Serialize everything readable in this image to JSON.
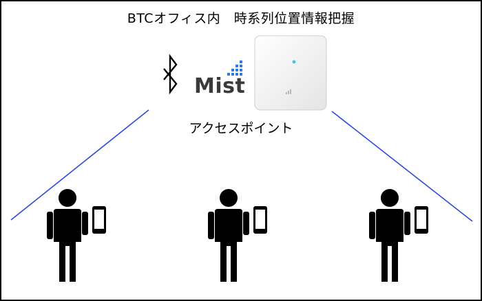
{
  "diagram": {
    "title": "BTCオフィス内　時系列位置情報把握",
    "access_point": {
      "brand": "Mist",
      "label": "アクセスポイント",
      "led_color": "#3ec6e0"
    },
    "line_color": "#2a4bd7",
    "person_color": "#000000",
    "persons": [
      {
        "name": "person-left"
      },
      {
        "name": "person-center"
      },
      {
        "name": "person-right"
      }
    ]
  }
}
